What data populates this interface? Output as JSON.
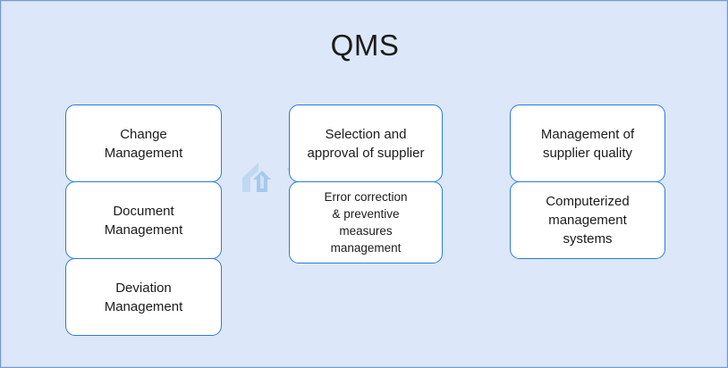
{
  "diagram": {
    "title": "QMS",
    "background_color": "#dce7f9",
    "node_border_color": "#2b7ae0",
    "node_fill_color": "#ffffff",
    "text_color": "#1b1b1b",
    "columns": [
      {
        "id": "column-1",
        "nodes": [
          {
            "label": "Change\nManagement",
            "size": "normal"
          },
          {
            "label": "Document\nManagement",
            "size": "normal"
          },
          {
            "label": "Deviation\nManagement",
            "size": "normal"
          }
        ]
      },
      {
        "id": "column-2",
        "nodes": [
          {
            "label": "Selection and\napproval of supplier",
            "size": "normal"
          },
          {
            "label": "Error correction\n& preventive\nmeasures\nmanagement",
            "size": "small"
          }
        ]
      },
      {
        "id": "column-3",
        "nodes": [
          {
            "label": "Management of\nsupplier quality",
            "size": "normal"
          },
          {
            "label": "Computerized\nmanagement\nsystems",
            "size": "normal"
          }
        ]
      }
    ]
  },
  "watermark": {
    "text": "TRUKING",
    "logo_icon": "house-arrow-logo-icon",
    "color": "#b9cfe9"
  }
}
